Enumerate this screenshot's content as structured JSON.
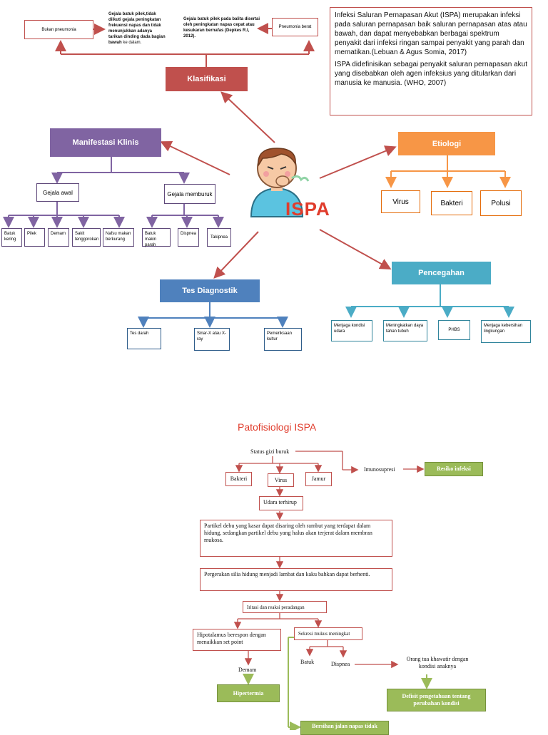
{
  "colors": {
    "red_header": "#c0504d",
    "purple_header": "#8064a2",
    "blue_header": "#4f81bd",
    "orange_header": "#f79646",
    "teal_header": "#4bacc6",
    "green_box": "#9bbb59",
    "title_red": "#e03c2c"
  },
  "center": {
    "label": "ISPA",
    "illustration": "coughing-child-icon"
  },
  "definition": {
    "p1": "Infeksi Saluran Pernapasan Akut (ISPA) merupakan infeksi pada saluran pernapasan baik saluran pernapasan atas atau bawah, dan dapat menyebabkan berbagai spektrum penyakit dari infeksi ringan sampai penyakit yang parah dan mematikan.(Lebuan & Agus Somia, 2017)",
    "p2": "ISPA didefinisikan sebagai penyakit saluran pernapasan akut yang disebabkan oleh agen infeksius yang ditularkan dari manusia ke manusia. (WHO, 2007)"
  },
  "klasifikasi": {
    "title": "Klasifikasi",
    "bukan": "Bukan pneumonia",
    "bukan_desc_a": "Gejala batuk pilek,tidak diikuti gejala peningkatan frekuensi napas dan tidak menunjukkan adanya tarikan dinding dada bagian bawah",
    "bukan_desc_b": " ke dalam.",
    "berat": "Pneumonia berat",
    "berat_desc": "Gejala batuk pilek pada balita disertai oleh peningkatan napas cepat atau kesukaran bernafas (Depkes R.I, 2012)."
  },
  "manifestasi": {
    "title": "Manifestasi Klinis",
    "awal": "Gejala awal",
    "memburuk": "Gejala memburuk",
    "awal_items": [
      "Batuk kering",
      "Pilek",
      "Demam",
      "Sakit tenggorokan",
      "Nafsu makan berkurang"
    ],
    "memburuk_items": [
      "Batuk makin parah",
      "Dispnea",
      "Takipnea"
    ]
  },
  "etiologi": {
    "title": "Etiologi",
    "items": [
      "Virus",
      "Bakteri",
      "Polusi"
    ]
  },
  "tes": {
    "title": "Tes Diagnostik",
    "items": [
      "Tes darah",
      "Sinar-X atau X-ray",
      "Pemeriksaan kultur"
    ]
  },
  "pencegahan": {
    "title": "Pencegahan",
    "items": [
      "Menjaga kondisi udara",
      "Meningkatkan daya tahan tubuh",
      "PHBS",
      "Menjaga kebersihan lingkungan"
    ]
  },
  "pato": {
    "title": "Patofisiologi ISPA",
    "gizi": "Status gizi buruk",
    "bakteri": "Bakteri",
    "virus": "Virus",
    "jamur": "Jamur",
    "imuno": "Imunosupresi",
    "resiko": "Resiko infeksi",
    "udara": "Udara terhirup",
    "partikel": "Partikel debu yang kasar dapat disaring oleh rambut yang terdapat dalam hidung, sedangkan partikel debu yang halus akan terjerat dalam membran mukosa.",
    "silia": "Pergerakan silia hidung menjadi lambat dan kaku bahkan dapat berhenti.",
    "iritasi": "Iritasi dan  reaksi peradangan",
    "hipotalamus": "Hipotalamus berespon dengan menaikkan set point",
    "sekresi": "Sekresi mukus meningkat",
    "demam": "Demam",
    "hipertermia": "Hipertermia",
    "batuk": "Batuk",
    "dispnea": "Dispnea",
    "orangtua": "Orang tua khawatir dengan kondisi anaknya",
    "defisit": "Defisit pengetahuan tentang perubahan kondisi",
    "bersihan": "Bersihan jalan napas tidak"
  }
}
